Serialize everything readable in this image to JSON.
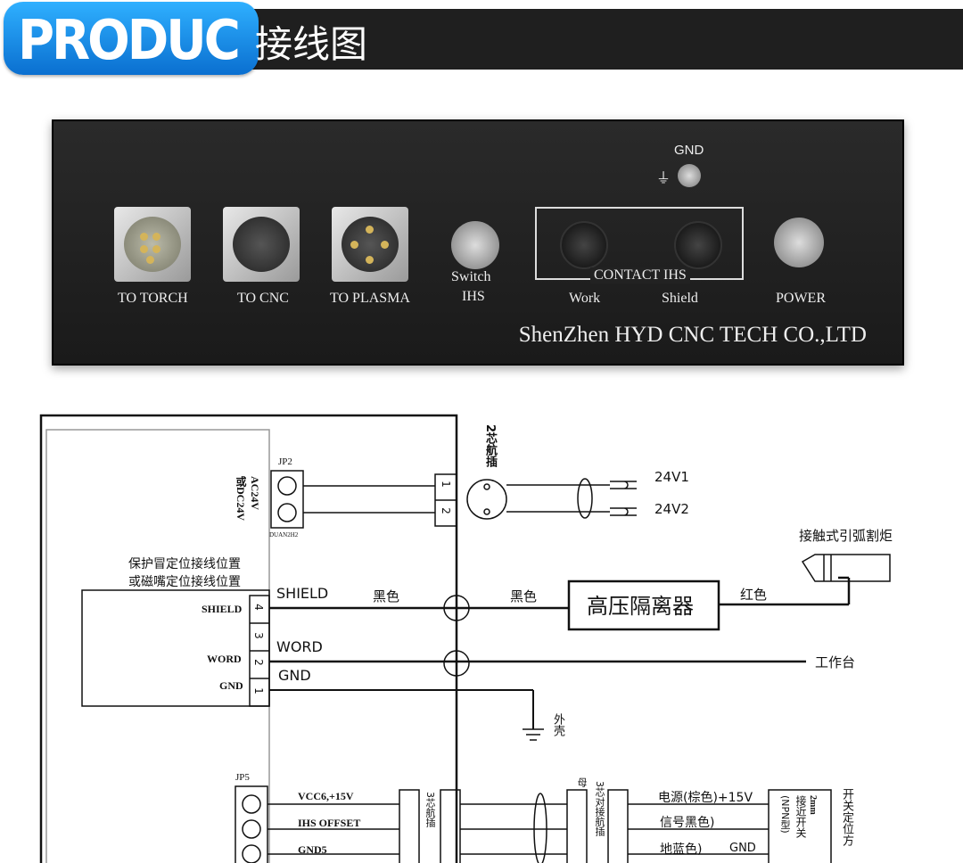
{
  "header": {
    "badge": "PRODUC",
    "title": "接线图"
  },
  "panel": {
    "gnd": "GND",
    "to_torch": "TO TORCH",
    "to_cnc": "TO CNC",
    "to_plasma": "TO PLASMA",
    "switch": "Switch",
    "ihs": "IHS",
    "contact_ihs": "CONTACT IHS",
    "work": "Work",
    "shield": "Shield",
    "power": "POWER",
    "company": "ShenZhen HYD CNC TECH CO.,LTD"
  },
  "diagram": {
    "jp2": "JP2",
    "ac24v": "AC24V",
    "or_dc24v": "或DC24V",
    "duan": "DUAN2H2",
    "pin1": "1",
    "pin2": "2",
    "plug_2": "2芯航插",
    "v1": "24V1",
    "v2": "24V2",
    "contact_torch": "接触式引弧割炬",
    "note1": "保护冒定位接线位置",
    "note2": "或磁嘴定位接线位置",
    "shield_side": "SHIELD",
    "word_side": "WORD",
    "gnd_side": "GND",
    "shield_wire": "SHIELD",
    "word_wire": "WORD",
    "gnd_wire": "GND",
    "black1": "黑色",
    "black2": "黑色",
    "hv": "高压隔离器",
    "red": "红色",
    "worktable": "工作台",
    "shell": "外壳",
    "n4": "4",
    "n3": "3",
    "n2": "2",
    "n1": "1",
    "jp5": "JP5",
    "vcc": "VCC6,+15V",
    "ihs_offset": "IHS OFFSET",
    "gnd5": "GND5",
    "plug_3": "3芯航插",
    "plug_3b": "3芯对接航插",
    "mother": "母",
    "power_line": "电源(棕色)+15V",
    "signal": "信号黑色)",
    "ground_line": "地蓝色)",
    "ground_gnd": "GND",
    "sensor1": "2mm",
    "sensor2": "接近开关",
    "sensor3": "(NPN型)",
    "locator": "开关定位方"
  },
  "colors": {
    "brand_blue": "#1a8fe8",
    "header_dark": "#1f1f1f",
    "panel": "#222222"
  }
}
